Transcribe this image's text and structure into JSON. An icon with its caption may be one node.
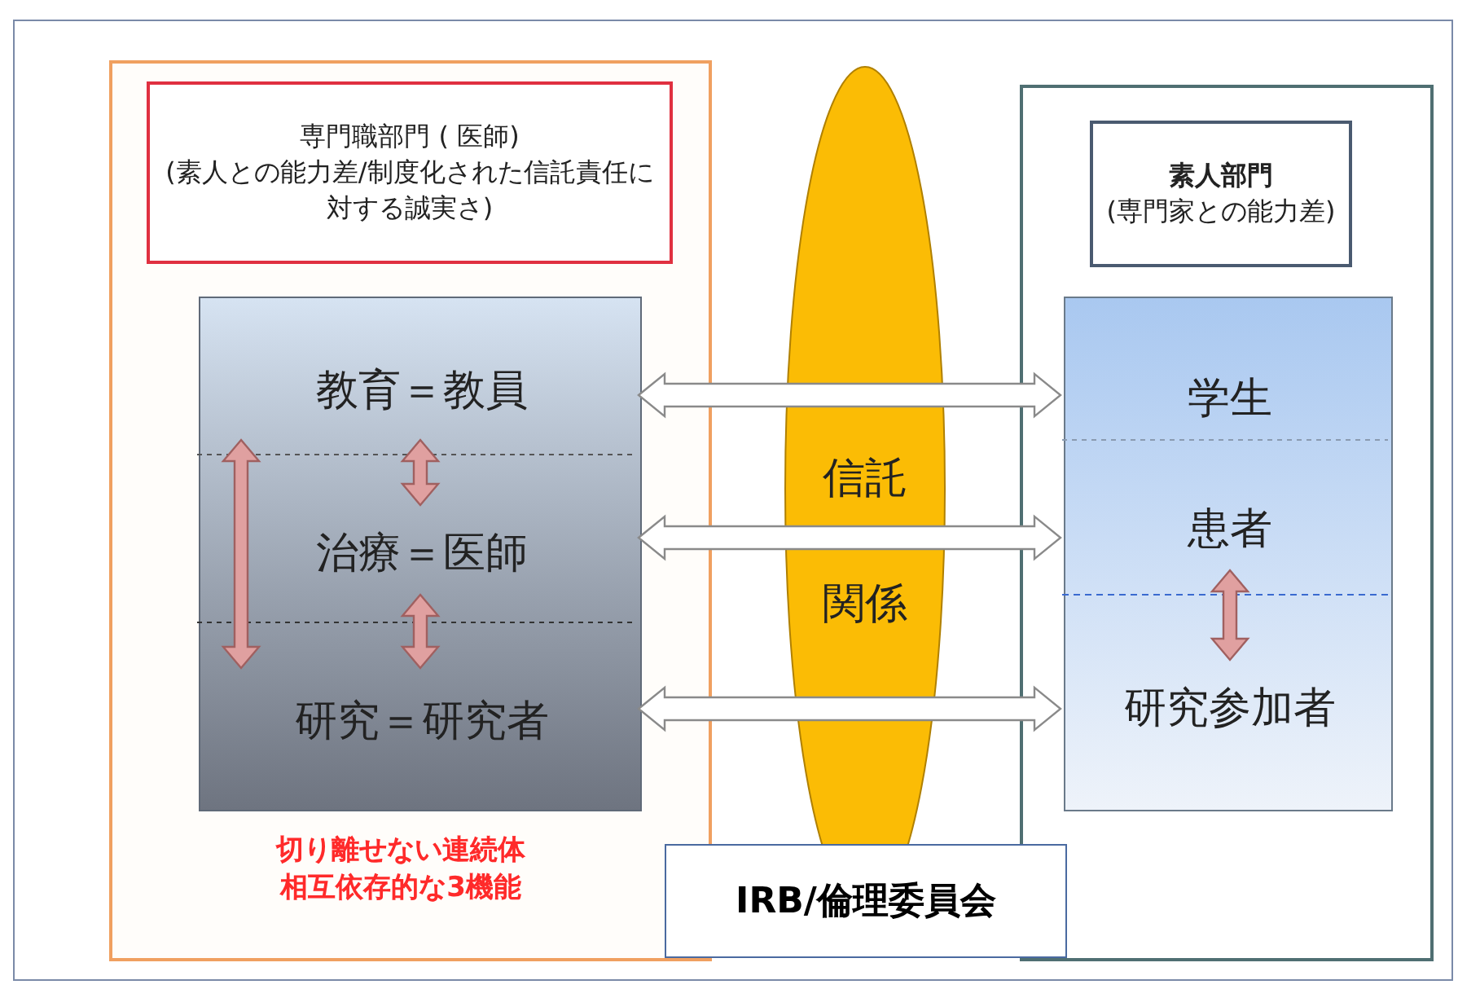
{
  "diagram": {
    "nodes": [
      {
        "text": [
          "切り離せない連続体相互依存的な3機能"
        ]
      },
      {
        "text": [
          "専門職部門 ( 医師)",
          "(素人との能力差/制度化された信託責任に対する誠実さ)"
        ],
        "in": 0
      },
      {
        "text": [],
        "shape": "box",
        "in": 0
      },
      {
        "text": [
          "教育＝教員"
        ],
        "in": 2
      },
      {
        "text": [
          "治療＝医師"
        ],
        "in": 2
      },
      {
        "text": [
          "研究＝研究者"
        ],
        "in": 2
      },
      {
        "text": [],
        "shape": "box"
      },
      {
        "text": [
          "素人部門",
          "(専門家との能力差)"
        ],
        "in": 6
      },
      {
        "text": [],
        "shape": "box",
        "in": 6
      },
      {
        "text": [
          "学生"
        ],
        "in": 8
      },
      {
        "text": [
          "患者"
        ],
        "in": 8
      },
      {
        "text": [
          "研究参加者"
        ],
        "in": 8
      },
      {
        "text": [
          "信託関係"
        ]
      },
      {
        "text": [
          "IRB/倫理委員会"
        ]
      }
    ],
    "edges": [
      {
        "from": 3,
        "to": 9,
        "arrow": "both",
        "style": "thick"
      },
      {
        "from": 4,
        "to": 10,
        "arrow": "both",
        "style": "thick"
      },
      {
        "from": 5,
        "to": 11,
        "arrow": "both",
        "style": "thick"
      },
      {
        "from": 3,
        "to": 4,
        "arrow": "both"
      },
      {
        "from": 4,
        "to": 5,
        "arrow": "both"
      },
      {
        "from": 3,
        "to": 5,
        "arrow": "both"
      },
      {
        "from": 10,
        "to": 11,
        "arrow": "both"
      }
    ]
  }
}
